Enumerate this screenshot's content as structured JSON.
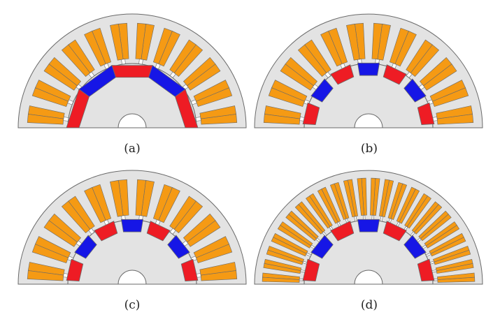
{
  "colors": {
    "background": "#ffffff",
    "stator_iron": "#e3e3e3",
    "rotor_iron": "#e3e3e3",
    "outline": "#6a6a6a",
    "winding": "#f59a14",
    "magnet_north": "#ee1c24",
    "magnet_south": "#1616e6"
  },
  "panels": [
    {
      "id": "a",
      "caption": "(a)",
      "slots": 12,
      "slot_layers": 2,
      "magnet_poles": 5,
      "magnet_pattern": [
        "north",
        "south",
        "north",
        "south",
        "north"
      ]
    },
    {
      "id": "b",
      "caption": "(b)",
      "slots": 12,
      "slot_layers": 2,
      "magnet_poles": 7,
      "magnet_pattern": [
        "north",
        "south",
        "north",
        "south",
        "north",
        "south",
        "north"
      ]
    },
    {
      "id": "c",
      "caption": "(c)",
      "slots": 12,
      "slot_layers": 2,
      "magnet_poles": 7,
      "magnet_pattern": [
        "north",
        "south",
        "north",
        "south",
        "north",
        "south",
        "north"
      ]
    },
    {
      "id": "d",
      "caption": "(d)",
      "slots": 24,
      "slot_layers": 2,
      "magnet_poles": 7,
      "magnet_pattern": [
        "north",
        "south",
        "north",
        "south",
        "north",
        "south",
        "north"
      ]
    }
  ]
}
